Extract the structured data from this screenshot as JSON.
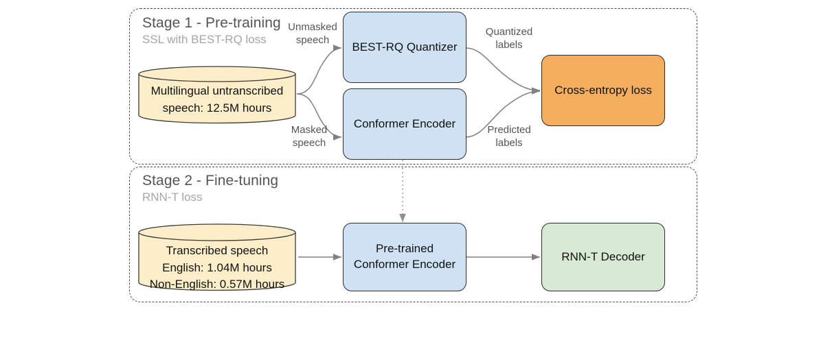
{
  "diagram": {
    "title_hidden": "",
    "stages": [
      {
        "id": "stage-1",
        "title": "Stage 1 - Pre-training",
        "subtitle": "SSL with BEST-RQ loss"
      },
      {
        "id": "stage-2",
        "title": "Stage 2 - Fine-tuning",
        "subtitle": "RNN-T loss"
      }
    ],
    "nodes": {
      "multilingual_store": {
        "label": "Multilingual untranscribed\nspeech: 12.5M hours",
        "shape": "cylinder",
        "color": "#fbeec8"
      },
      "best_rq_quantizer": {
        "label": "BEST-RQ Quantizer",
        "shape": "rounded-rect",
        "color": "#cfe2f3"
      },
      "conformer_encoder": {
        "label": "Conformer Encoder",
        "shape": "rounded-rect",
        "color": "#cfe2f3"
      },
      "cross_entropy_loss": {
        "label": "Cross-entropy loss",
        "shape": "rounded-rect",
        "color": "#f5ad5e"
      },
      "transcribed_store": {
        "label": "Transcribed speech\nEnglish: 1.04M hours\nNon-English: 0.57M hours",
        "shape": "cylinder",
        "color": "#fbeec8"
      },
      "pretrained_conformer_encoder": {
        "label": "Pre-trained\nConformer Encoder",
        "shape": "rounded-rect",
        "color": "#cfe2f3"
      },
      "rnnt_decoder": {
        "label": "RNN-T Decoder",
        "shape": "rounded-rect",
        "color": "#d8ead3"
      }
    },
    "edge_labels": {
      "unmasked_speech": "Unmasked\nspeech",
      "masked_speech": "Masked\nspeech",
      "quantized_labels": "Quantized\nlabels",
      "predicted_labels": "Predicted\nlabels"
    },
    "colors": {
      "blue_fill": "#cfe2f3",
      "orange_fill": "#f5ad5e",
      "green_fill": "#d8ead3",
      "cylinder_fill": "#fbeec8",
      "stroke": "#2e2e2e",
      "edge_stroke": "#808080",
      "label_gray": "#555555",
      "subtitle_gray": "#a6a6a6",
      "background": "#ffffff"
    }
  }
}
